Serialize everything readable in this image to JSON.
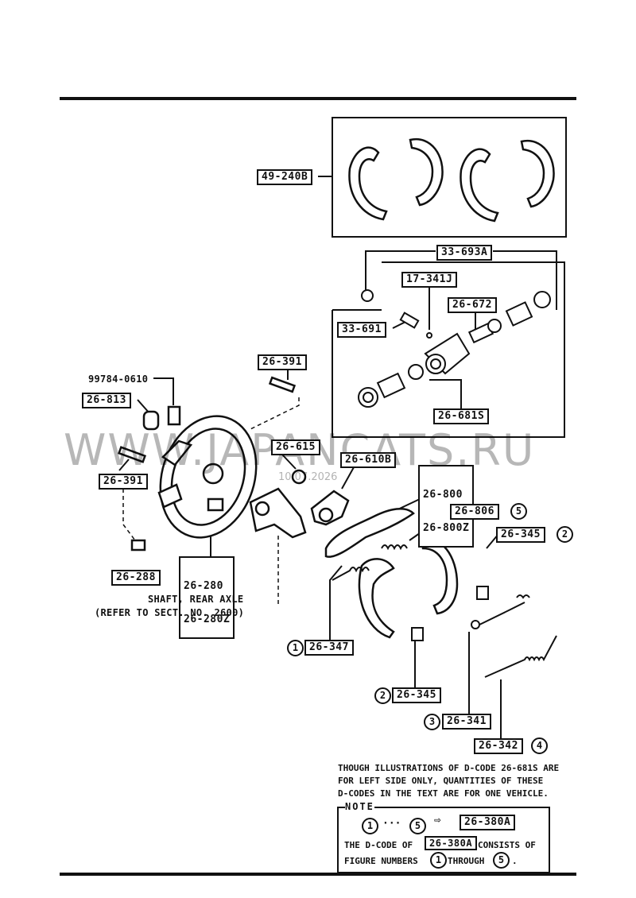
{
  "callouts": {
    "c_49_240B": "49-240B",
    "c_33_693A": "33-693A",
    "c_17_341J": "17-341J",
    "c_26_672": "26-672",
    "c_33_691": "33-691",
    "c_26_681S": "26-681S",
    "c_26_391_top": "26-391",
    "c_99784": "99784-0610",
    "c_26_813": "26-813",
    "c_26_615": "26-615",
    "c_26_610B": "26-610B",
    "c_26_800": "26-800",
    "c_26_800Z": "26-800Z",
    "c_26_806": "26-806",
    "c_26_345_top": "26-345",
    "c_26_391_left": "26-391",
    "c_26_280": "26-280",
    "c_26_280Z": "26-280Z",
    "c_26_288": "26-288",
    "c_shaft": "SHAFT, REAR AXLE",
    "c_refer": "(REFER TO SECT. NO. 2600)",
    "c_26_347": "26-347",
    "c_26_345_bottom": "26-345",
    "c_26_341": "26-341",
    "c_26_342": "26-342"
  },
  "figure_numbers": {
    "n_806": "5",
    "n_345_top": "2",
    "n_347": "1",
    "n_345_bottom": "2",
    "n_341": "3",
    "n_342": "4"
  },
  "notes": {
    "line1": "THOUGH ILLUSTRATIONS OF D-CODE 26-681S ARE",
    "line2": "FOR LEFT SIDE ONLY, QUANTITIES OF THESE",
    "line3": "D-CODES IN THE TEXT ARE FOR ONE VEHICLE.",
    "note_title": "NOTE",
    "range_from": "1",
    "range_dots": "···",
    "range_to": "5",
    "arrow": "⇨",
    "set_code": "26-380A",
    "consists_a": "THE D-CODE OF",
    "consists_code": "26-380A",
    "consists_b": "CONSISTS OF",
    "figure_a": "FIGURE NUMBERS",
    "figure_from": "1",
    "figure_through": "THROUGH",
    "figure_to": "5",
    "figure_end": "."
  },
  "watermark": {
    "text": "WWW.JAPANCATS.RU",
    "date": "10.07.2026"
  }
}
